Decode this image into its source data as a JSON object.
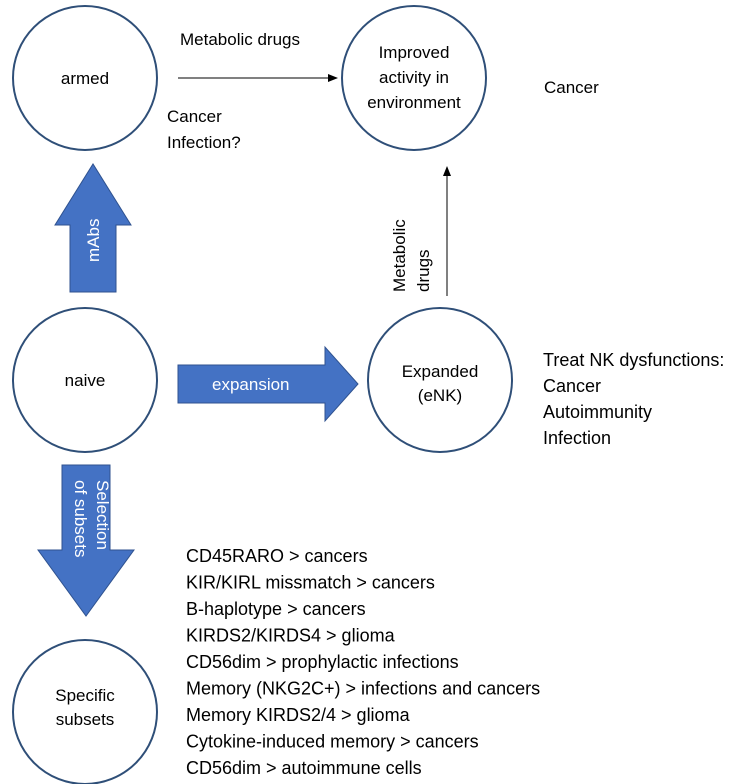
{
  "colors": {
    "arrow_fill": "#4472c4",
    "circle_stroke": "#2f4f78",
    "line": "#000000",
    "text": "#000000",
    "arrow_text": "#ffffff"
  },
  "nodes": {
    "armed": "armed",
    "improved": [
      "Improved",
      "activity in",
      "environment"
    ],
    "naive": "naive",
    "expanded": [
      "Expanded",
      "(eNK)"
    ],
    "specific": [
      "Specific",
      "subsets"
    ]
  },
  "labels": {
    "metabolic_drugs_top": "Metabolic drugs",
    "cancer_infection": [
      "Cancer",
      "Infection?"
    ],
    "cancer_right": "Cancer",
    "metabolic_drugs_vertical": [
      "Metabolic",
      "drugs"
    ],
    "treat_nk": [
      "Treat NK dysfunctions:",
      "Cancer",
      "Autoimmunity",
      "Infection"
    ]
  },
  "arrows": {
    "mabs": "mAbs",
    "expansion": "expansion",
    "selection": [
      "Selection",
      "of subsets"
    ]
  },
  "subset_list": [
    "CD45RARO > cancers",
    "KIR/KIRL missmatch > cancers",
    "B-haplotype > cancers",
    "KIRDS2/KIRDS4 > glioma",
    "CD56dim > prophylactic infections",
    "Memory (NKG2C+) > infections and cancers",
    "Memory KIRDS2/4 > glioma",
    "Cytokine-induced memory > cancers",
    "CD56dim > autoimmune  cells"
  ]
}
